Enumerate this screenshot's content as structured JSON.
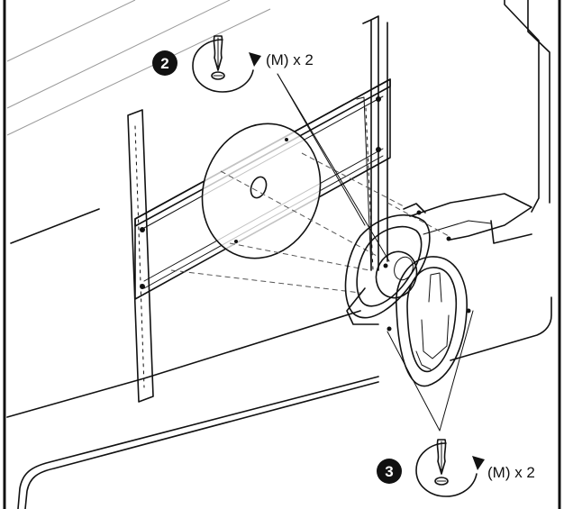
{
  "steps": [
    {
      "number": "2",
      "label": "(M) x 2",
      "icon": "screw-tighten-clockwise-icon"
    },
    {
      "number": "3",
      "label": "(M) x 2",
      "icon": "screw-tighten-clockwise-icon"
    }
  ],
  "colors": {
    "line": "#111111",
    "background": "#ffffff",
    "step_badge": "#111111"
  }
}
